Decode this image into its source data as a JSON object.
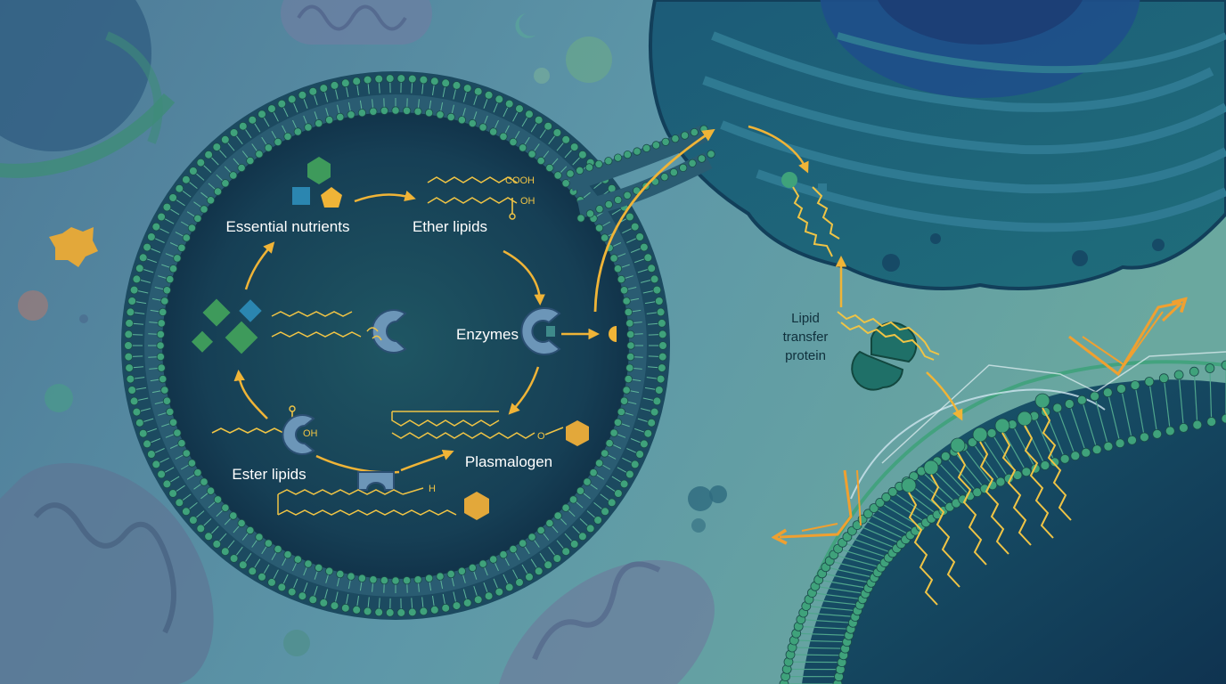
{
  "colors": {
    "background_left": "#4d7a98",
    "background_right": "#5e9ea0",
    "organelle_dark": "#153e56",
    "membrane_head": "#3fa27b",
    "arrow": "#f0b437",
    "molecule_tail": "#f0c445",
    "enzyme": "#6c96b8",
    "er_body": "#1f5d74"
  },
  "labels": {
    "essential_nutrients": "Essential nutrients",
    "ether_lipids": "Ether lipids",
    "enzymes": "Enzymes",
    "ester_lipids": "Ester lipids",
    "plasmalogen": "Plasmalogen",
    "lipid_transfer_protein_line1": "Lipid",
    "lipid_transfer_protein_line2": "transfer",
    "lipid_transfer_protein_line3": "protein"
  },
  "chem_labels": {
    "cooh": "COOH",
    "oh_top": "OH",
    "oh_ester": "OH",
    "o_plasmalogen": "O",
    "h_bottom": "H"
  }
}
